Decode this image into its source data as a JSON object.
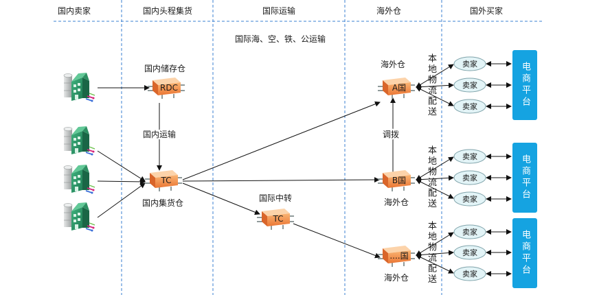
{
  "header": {
    "columns": [
      "国内卖家",
      "国内头程集货",
      "国际运输",
      "海外仓",
      "国外买家"
    ]
  },
  "domestic": {
    "storage_label": "国内储存仓",
    "storage_node": "RDC",
    "transport_label": "国内运输",
    "consolidation_node": "TC",
    "consolidation_label": "国内集货仓"
  },
  "international": {
    "modes_label": "国际海、空、铁、公运输",
    "transit_label": "国际中转",
    "transit_node": "TC"
  },
  "overseas": {
    "transfer_label": "调拨",
    "groups": [
      {
        "label": "海外仓",
        "node": "A国",
        "delivery": "本地物流配送",
        "buyers": [
          "卖家",
          "卖家",
          "卖家"
        ],
        "platform": "电商平台"
      },
      {
        "label": "海外仓",
        "node": "B国",
        "delivery": "本地物流配送",
        "buyers": [
          "卖家",
          "卖家",
          "卖家"
        ],
        "platform": "电商平台"
      },
      {
        "label": "海外仓",
        "node": "....国",
        "delivery": "本地物流配送",
        "buyers": [
          "卖家",
          "卖家",
          "卖家"
        ],
        "platform": "电商平台"
      }
    ]
  },
  "icons": {
    "seller": "factory-icon",
    "warehouse": "warehouse-icon"
  },
  "colors": {
    "divider": "#3a7fd0",
    "arrow": "#111111",
    "warehouse": "#f08a3e",
    "buyer_fill": "#e3f4f7",
    "platform": "#15a3e1"
  }
}
